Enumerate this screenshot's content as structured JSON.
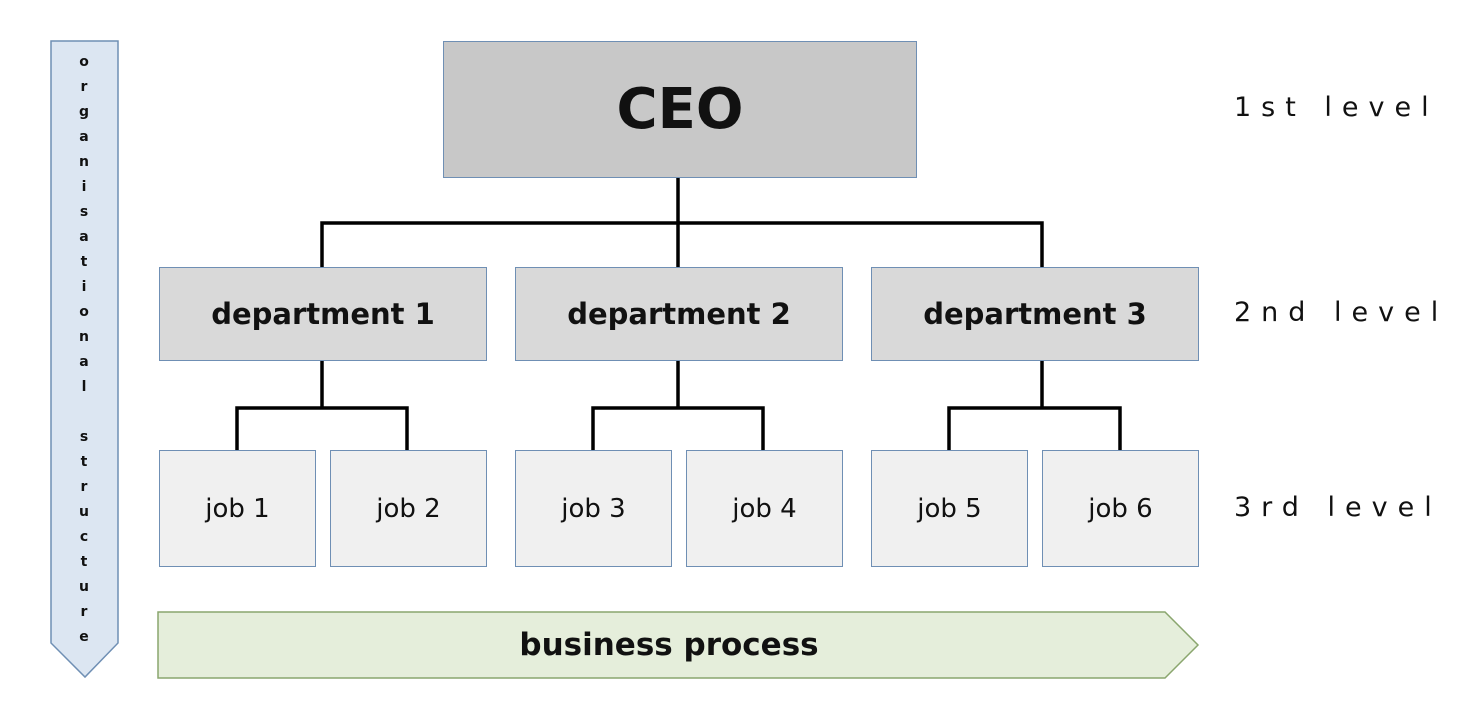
{
  "ceo": {
    "label": "CEO"
  },
  "departments": [
    {
      "label": "department 1"
    },
    {
      "label": "department 2"
    },
    {
      "label": "department 3"
    }
  ],
  "jobs": [
    {
      "label": "job 1"
    },
    {
      "label": "job 2"
    },
    {
      "label": "job 3"
    },
    {
      "label": "job 4"
    },
    {
      "label": "job 5"
    },
    {
      "label": "job 6"
    }
  ],
  "levels": [
    "1st level",
    "2nd level",
    "3rd level"
  ],
  "side_arrow": {
    "label": "organisational structure",
    "fill": "#dce6f2",
    "stroke": "#6f8fb4"
  },
  "process_arrow": {
    "label": "business process",
    "fill": "#e5eedb",
    "stroke": "#8aa66e"
  },
  "colors": {
    "ceo_fill": "#c8c8c8",
    "department_fill": "#d9d9d9",
    "job_fill": "#f0f0f0",
    "box_border": "#6f8fb4",
    "connector": "#000000"
  }
}
